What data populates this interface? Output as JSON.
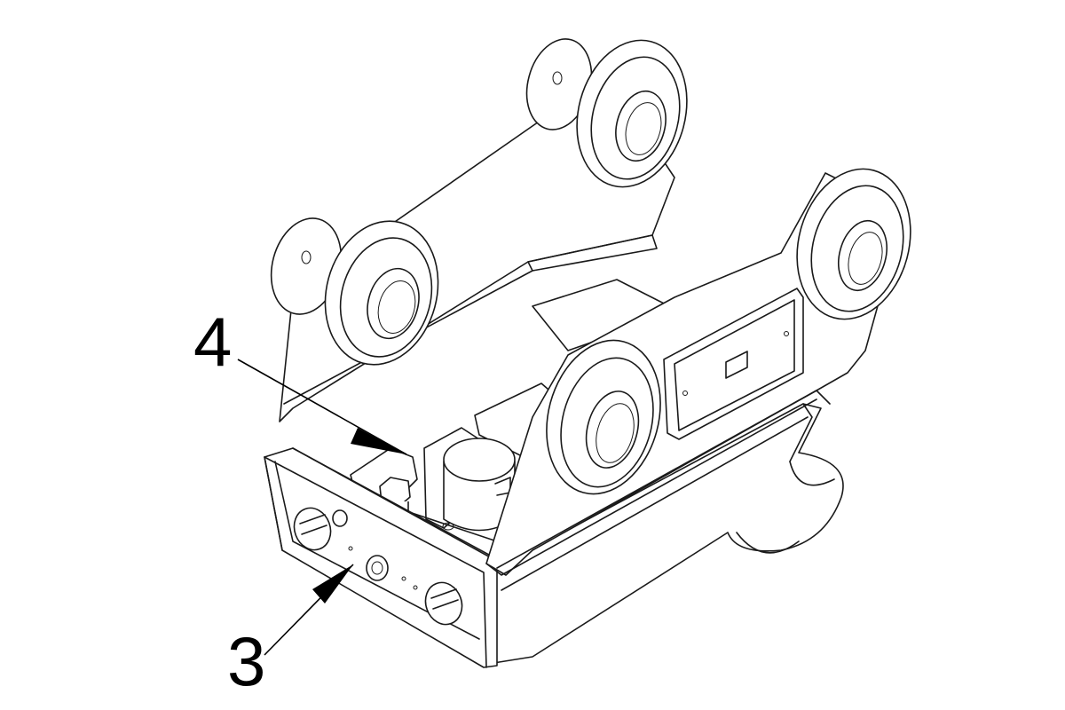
{
  "callouts": [
    {
      "id": "4",
      "label": "4"
    },
    {
      "id": "3",
      "label": "3"
    }
  ],
  "colors": {
    "line": "#1a1a1a",
    "background": "#ffffff"
  }
}
